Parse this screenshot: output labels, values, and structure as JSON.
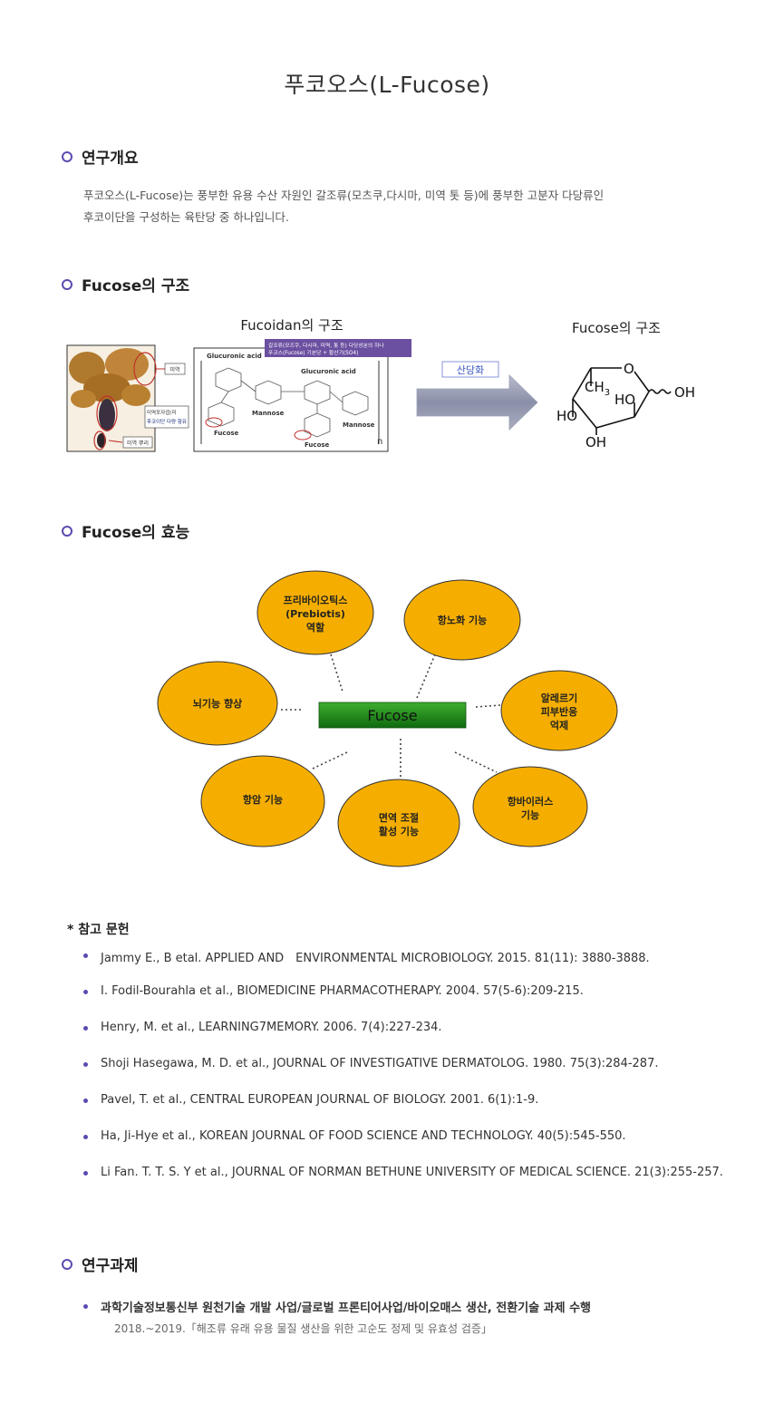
{
  "page_title": "푸코오스(L-Fucose)",
  "sections": {
    "overview": {
      "heading": "연구개요",
      "text_line1": "푸코오스(L-Fucose)는 풍부한 유용 수산 자원인 갈조류(모츠쿠,다시마, 미역 톳 등)에 풍부한 고분자 다당류인",
      "text_line2": "후코이단을 구성하는 육탄당 중 하나입니다."
    },
    "structure": {
      "heading": "Fucose의 구조",
      "fucoidan_title": "Fucoidan의 구조",
      "fucose_title": "Fucose의 구조",
      "purple_note_line1": "갈조류(모즈쿠, 다시마, 미역, 톳 등) 다당성분의 하나",
      "purple_note_line2": "푸코스(Fucose) 기본당 + 황산기(SO4)",
      "seaweed_label1": "미역",
      "seaweed_label2a": "미역포자엽(미",
      "seaweed_label2b": "후코이단 다량 함유",
      "seaweed_label3": "미역 뿌리",
      "glucuronic_left": "Glucuronic acid",
      "glucuronic_right": "Glucuronic acid",
      "mannose_left": "Mannose",
      "mannose_right": "Mannose",
      "fucose_left": "Fucose",
      "fucose_right": "Fucose",
      "n_label": "n",
      "arrow_label": "산당화",
      "chem_oh_right": "OH",
      "chem_o": "O",
      "chem_ch3": "CH",
      "chem_ch3_sub": "3",
      "chem_ho_inner": "HO",
      "chem_ho_left": "HO",
      "chem_oh_bottom": "OH"
    },
    "efficacy": {
      "heading": "Fucose의 효능",
      "center": "Fucose",
      "nodes": {
        "prebiotics_l1": "프리바이오틱스",
        "prebiotics_l2": "(Prebiotis)",
        "prebiotics_l3": "역할",
        "antiaging": "항노화 기능",
        "brain": "뇌기능 향상",
        "allergy_l1": "알레르기",
        "allergy_l2": "피부반응",
        "allergy_l3": "억제",
        "anticancer": "항암 기능",
        "immune_l1": "면역 조절",
        "immune_l2": "활성 기능",
        "antiviral_l1": "항바이러스",
        "antiviral_l2": "기능"
      }
    },
    "references": {
      "heading": "* 참고 문헌",
      "items": [
        "Jammy E., B etal. APPLIED AND　ENVIRONMENTAL MICROBIOLOGY. 2015. 81(11): 3880-3888.",
        "I. Fodil-Bourahla et al., BIOMEDICINE PHARMACOTHERAPY. 2004. 57(5-6):209-215.",
        "Henry, M. et al., LEARNING7MEMORY. 2006. 7(4):227-234.",
        "Shoji Hasegawa, M. D. et al., JOURNAL OF INVESTIGATIVE DERMATOLOG. 1980. 75(3):284-287.",
        "Pavel, T. et al., CENTRAL EUROPEAN JOURNAL OF BIOLOGY. 2001. 6(1):1-9.",
        "Ha, Ji-Hye et al., KOREAN JOURNAL OF FOOD SCIENCE AND TECHNOLOGY. 40(5):545-550.",
        "Li Fan. T. T. S. Y et al., JOURNAL OF NORMAN BETHUNE UNIVERSITY OF MEDICAL SCIENCE. 21(3):255-257."
      ]
    },
    "projects": {
      "heading": "연구과제",
      "item_title": "과학기술정보통신부 원천기술 개발 사업/글로벌 프론티어사업/바이오매스 생산, 전환기술 과제 수행",
      "item_detail": "2018.~2019.「해조류 유래 유용 물질 생산을 위한 고순도 정제 및 유효성 검증」"
    }
  },
  "colors": {
    "accent": "#5a4bb0",
    "node_fill": "#f5ae00",
    "center_fill": "#1c8a1c",
    "purple_note": "#6b4fa0"
  }
}
